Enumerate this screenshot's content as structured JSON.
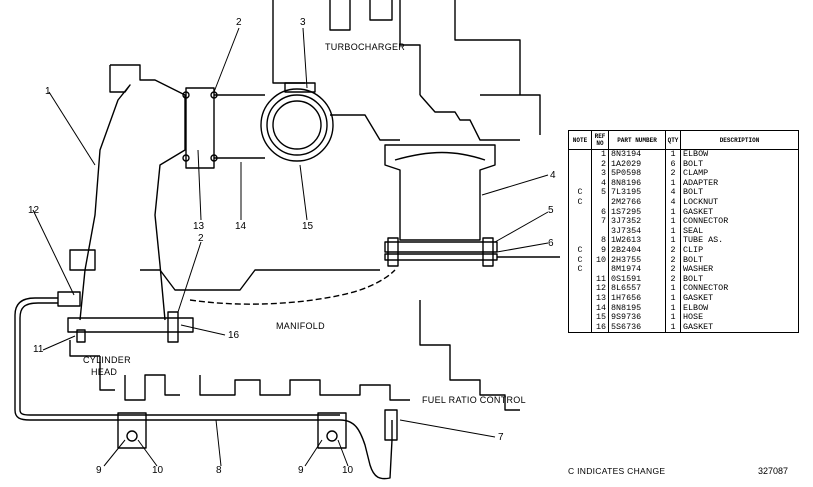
{
  "diagram": {
    "labels": {
      "turbocharger": "TURBOCHARGER",
      "manifold": "MANIFOLD",
      "cylinder_head_1": "CYLINDER",
      "cylinder_head_2": "HEAD",
      "fuel_ratio_control": "FUEL RATIO CONTROL"
    },
    "callouts": [
      "1",
      "2",
      "3",
      "12",
      "13",
      "2",
      "14",
      "15",
      "4",
      "5",
      "6",
      "11",
      "16",
      "7",
      "9",
      "10",
      "8",
      "9",
      "10"
    ]
  },
  "table": {
    "headers": [
      "NOTE",
      "REF NO",
      "PART NUMBER",
      "QTY",
      "DESCRIPTION"
    ],
    "rows": [
      {
        "note": "",
        "ref": "1",
        "part": "8N3194",
        "qty": "1",
        "desc": "ELBOW"
      },
      {
        "note": "",
        "ref": "2",
        "part": "1A2029",
        "qty": "6",
        "desc": "BOLT"
      },
      {
        "note": "",
        "ref": "3",
        "part": "5P0598",
        "qty": "2",
        "desc": "CLAMP"
      },
      {
        "note": "",
        "ref": "4",
        "part": "8N8196",
        "qty": "1",
        "desc": "ADAPTER"
      },
      {
        "note": "C",
        "ref": "5",
        "part": "7L3195",
        "qty": "4",
        "desc": "BOLT"
      },
      {
        "note": "C",
        "ref": "",
        "part": "2M2766",
        "qty": "4",
        "desc": "LOCKNUT"
      },
      {
        "note": "",
        "ref": "6",
        "part": "1S7295",
        "qty": "1",
        "desc": "GASKET"
      },
      {
        "note": "",
        "ref": "7",
        "part": "3J7352",
        "qty": "1",
        "desc": "CONNECTOR"
      },
      {
        "note": "",
        "ref": "",
        "part": "3J7354",
        "qty": "1",
        "desc": "SEAL"
      },
      {
        "note": "",
        "ref": "8",
        "part": "1W2613",
        "qty": "1",
        "desc": "TUBE AS."
      },
      {
        "note": "C",
        "ref": "9",
        "part": "2B2404",
        "qty": "2",
        "desc": "CLIP"
      },
      {
        "note": "C",
        "ref": "10",
        "part": "2H3755",
        "qty": "2",
        "desc": "BOLT"
      },
      {
        "note": "C",
        "ref": "",
        "part": "8M1974",
        "qty": "2",
        "desc": "WASHER"
      },
      {
        "note": "",
        "ref": "11",
        "part": "0S1591",
        "qty": "2",
        "desc": "BOLT"
      },
      {
        "note": "",
        "ref": "12",
        "part": "8L6557",
        "qty": "1",
        "desc": "CONNECTOR"
      },
      {
        "note": "",
        "ref": "13",
        "part": "1H7656",
        "qty": "1",
        "desc": "GASKET"
      },
      {
        "note": "",
        "ref": "14",
        "part": "8N8195",
        "qty": "1",
        "desc": "ELBOW"
      },
      {
        "note": "",
        "ref": "15",
        "part": "9S9736",
        "qty": "1",
        "desc": "HOSE"
      },
      {
        "note": "",
        "ref": "16",
        "part": "5S6736",
        "qty": "1",
        "desc": "GASKET"
      }
    ]
  },
  "legend": "C   INDICATES CHANGE",
  "drawing_number": "327087"
}
